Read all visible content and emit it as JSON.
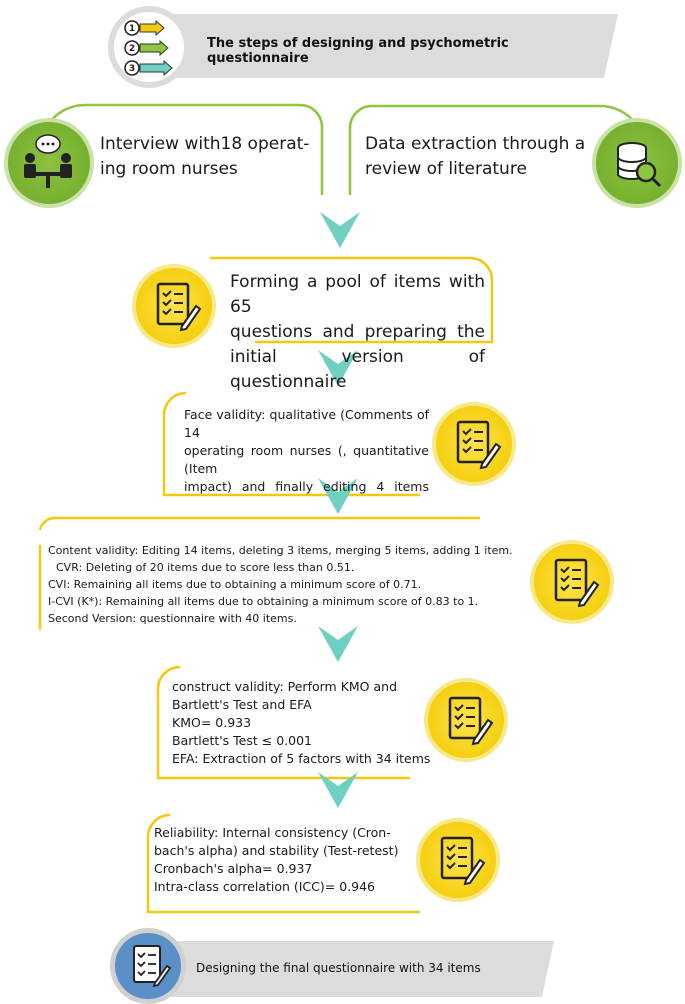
{
  "header": {
    "title": "The steps of designing and psychometric questionnaire",
    "step_numbers": [
      "1",
      "2",
      "3"
    ]
  },
  "steps": {
    "interview": "Interview with18 operat-ing room nurses",
    "interview_line1": "Interview with18 operat-",
    "interview_line2": "ing room nurses",
    "literature_line1": "Data extraction through a",
    "literature_line2": "review of literature",
    "pool_line1": "Forming a pool of items with 65",
    "pool_line2": "questions and preparing the",
    "pool_line3": "initial version of questionnaire",
    "face_line1": "Face validity: qualitative (Comments of 14",
    "face_line2": "operating room nurses (, quantitative (Item",
    "face_line3": "impact) and finally editing 4 items",
    "content_line1": "Content validity: Editing 14 items, deleting 3 items, merging 5 items, adding 1 item.",
    "content_line2": "CVR: Deleting of 20 items due to score less than 0.51.",
    "content_line3": "CVI: Remaining all items due to obtaining a minimum score of 0.71.",
    "content_line4": "I-CVI (K*): Remaining all items due to obtaining a minimum score of 0.83 to 1.",
    "content_line5": "Second Version: questionnaire with 40 items.",
    "construct_line1": "construct validity: Perform KMO and",
    "construct_line2": "Bartlett's Test and EFA",
    "construct_line3": "KMO= 0.933",
    "construct_line4": "Bartlett's Test ≤ 0.001",
    "construct_line5": "EFA: Extraction of 5 factors with 34 items",
    "reliability_line1": "Reliability: Internal consistency (Cron-",
    "reliability_line2": "bach's alpha) and stability (Test-retest)",
    "reliability_line3": "Cronbach's alpha= 0.937",
    "reliability_line4": "Intra-class correlation (ICC)= 0.946",
    "final": "Designing the final questionnaire with 34 items"
  },
  "colors": {
    "yellow": "#f2c811",
    "green": "#8dc63f",
    "teal": "#6fcfc0",
    "banner_gray": "#dcdcdc"
  },
  "icons": [
    "steps-icon",
    "interview-icon",
    "database-search-icon",
    "checklist-icon",
    "final-checklist-icon"
  ]
}
